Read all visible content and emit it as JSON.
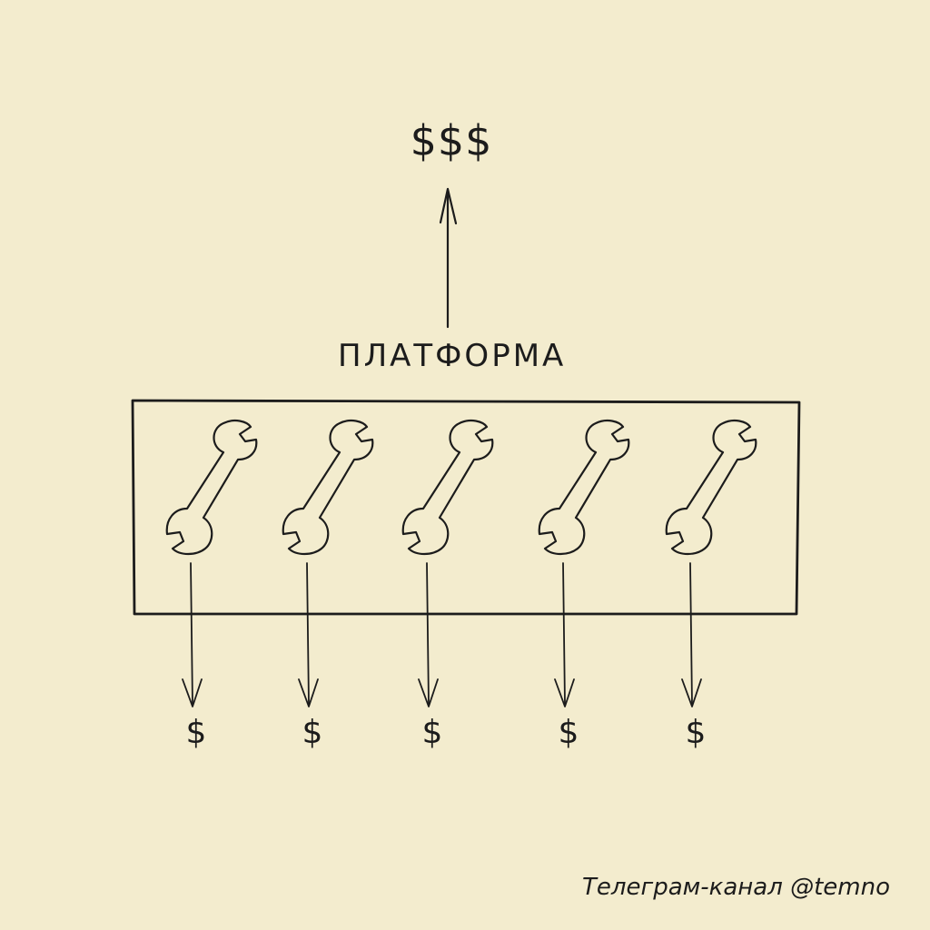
{
  "diagram": {
    "top_label": "$$$",
    "platform_label": "ПЛАТФОРМА",
    "tool_icon": "wrench-icon",
    "tool_count": 5,
    "outputs": [
      {
        "label": "$"
      },
      {
        "label": "$"
      },
      {
        "label": "$"
      },
      {
        "label": "$"
      },
      {
        "label": "$"
      }
    ]
  },
  "footer": {
    "credit": "Телеграм-канал @temno"
  },
  "colors": {
    "background": "#f3ecce",
    "ink": "#1c1c1c"
  }
}
